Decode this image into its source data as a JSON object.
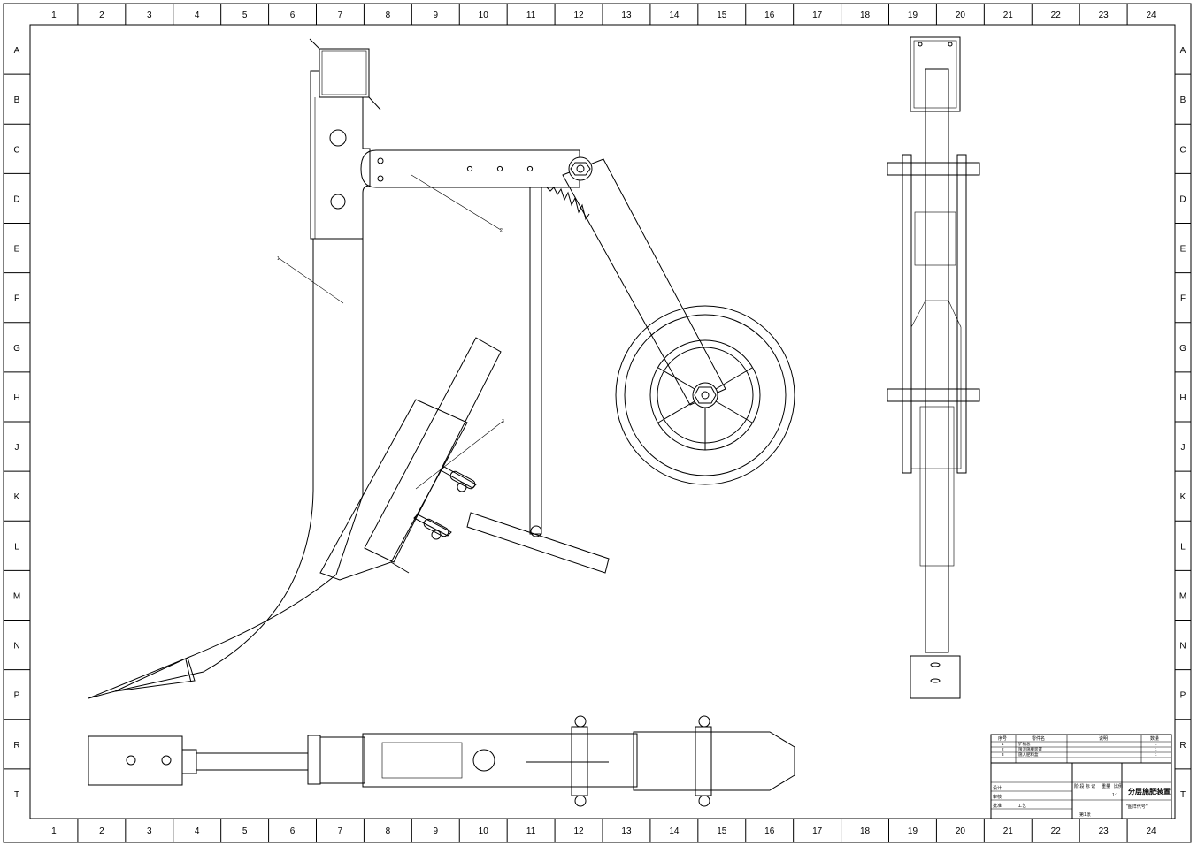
{
  "frame": {
    "columns": [
      "1",
      "2",
      "3",
      "4",
      "5",
      "6",
      "7",
      "8",
      "9",
      "10",
      "11",
      "12",
      "13",
      "14",
      "15",
      "16",
      "17",
      "18",
      "19",
      "20",
      "21",
      "22",
      "23",
      "24"
    ],
    "rows": [
      "A",
      "B",
      "C",
      "D",
      "E",
      "F",
      "G",
      "H",
      "J",
      "K",
      "L",
      "M",
      "N",
      "P",
      "R",
      "T"
    ]
  },
  "callouts": [
    {
      "number": "1"
    },
    {
      "number": "2"
    },
    {
      "number": "3"
    }
  ],
  "parts_list": {
    "headers": [
      "序号",
      "零件名",
      "说明",
      "数量"
    ],
    "rows": [
      [
        "1",
        "铲柄总",
        "",
        "1"
      ],
      [
        "2",
        "限深施肥装置",
        "",
        "1"
      ],
      [
        "3",
        "施入肥料盒",
        "",
        "1"
      ]
    ]
  },
  "title_block": {
    "drawing_title": "分层施肥装置",
    "drawing_code": "\"图样代号\"",
    "scale": "1:1",
    "sheet": "第1张",
    "design_label": "设计",
    "check_label": "审核",
    "process_label": "工艺",
    "approve_label": "批准",
    "stage_label": "阶 段 标 记",
    "weight_label": "重量",
    "ratio_label": "比例"
  }
}
